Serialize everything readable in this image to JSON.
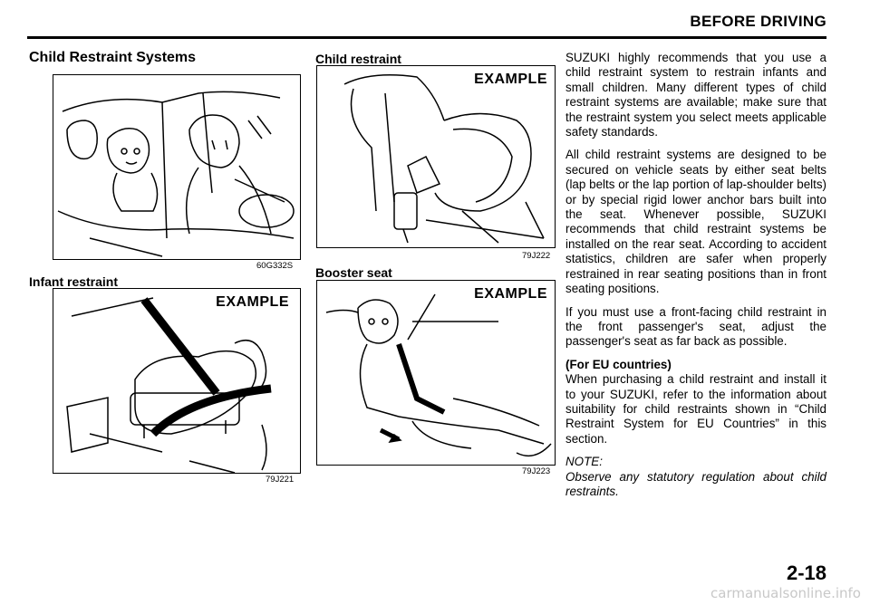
{
  "header": {
    "title": "BEFORE DRIVING"
  },
  "left": {
    "section_title": "Child Restraint Systems",
    "figure1_code": "60G332S",
    "infant_title": "Infant restraint",
    "figure2_label": "EXAMPLE",
    "figure2_code": "79J221"
  },
  "middle": {
    "child_title": "Child restraint",
    "figure3_label": "EXAMPLE",
    "figure3_code": "79J222",
    "booster_title": "Booster seat",
    "figure4_label": "EXAMPLE",
    "figure4_code": "79J223"
  },
  "right": {
    "p1": "SUZUKI highly recommends that you use a child restraint system to restrain infants and small children. Many different types of child restraint systems are available; make sure that the restraint system you select meets applicable safety standards.",
    "p2": "All child restraint systems are designed to be secured on vehicle seats by either seat belts (lap belts or the lap portion of lap-shoulder belts) or by special rigid lower anchor bars built into the seat. Whenever possible, SUZUKI recommends that child restraint systems be installed on the rear seat. According to accident statistics, children are safer when properly restrained in rear seating positions than in front seating positions.",
    "p3": "If you must use a front-facing child restraint in the front passenger's seat, adjust the passenger's seat as far back as possible.",
    "eu_heading": "(For EU countries)",
    "p4": "When purchasing a child restraint and install it to your SUZUKI, refer to the information about suitability for child restraints shown in “Child Restraint System for EU Countries” in this section.",
    "note_label": "NOTE:",
    "note_text": "Observe any statutory regulation about child restraints."
  },
  "page_number": "2-18",
  "watermark": "carmanualsonline.info"
}
